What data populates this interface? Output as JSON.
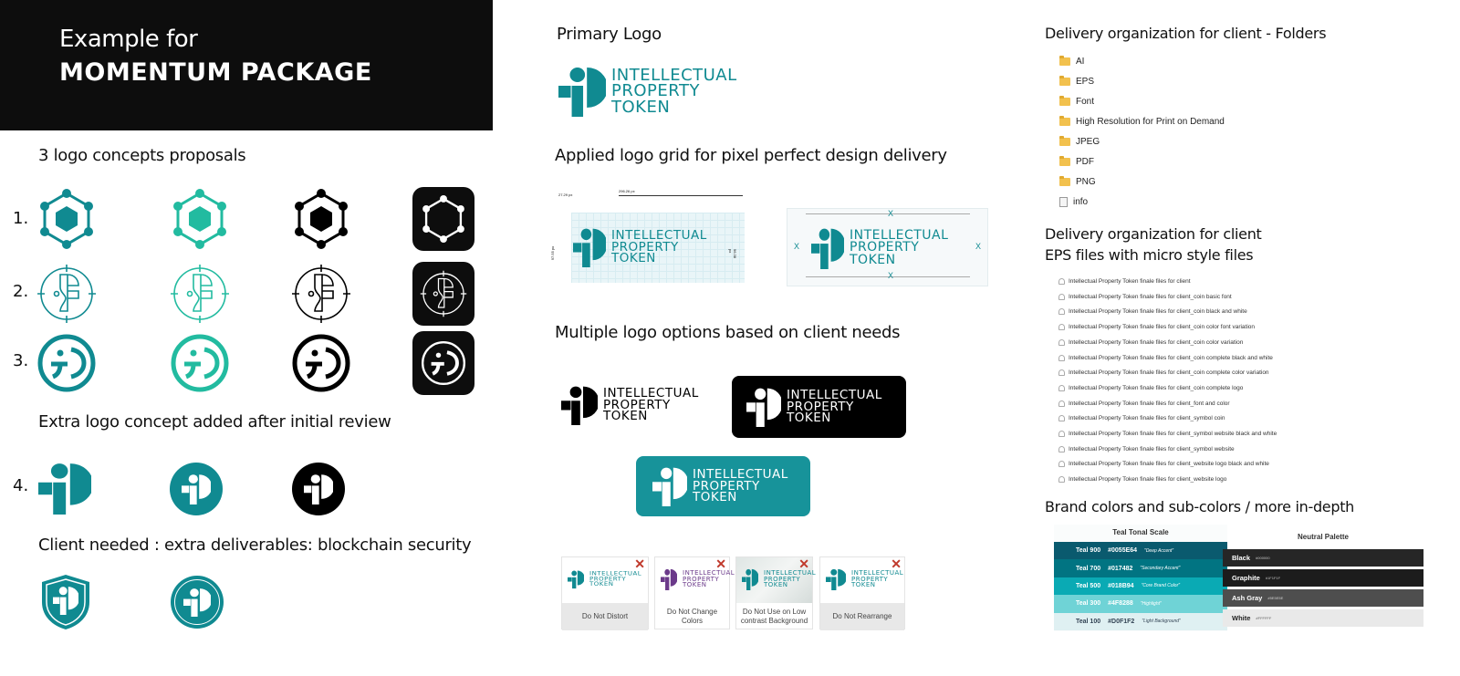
{
  "header": {
    "line1": "Example for",
    "line2": "MOMENTUM PACKAGE"
  },
  "colors": {
    "teal": "#108A91",
    "mint": "#22BBA0",
    "black": "#000000",
    "dark": "#0d0d0d"
  },
  "left": {
    "concepts_title": "3 logo concepts proposals",
    "rows": [
      {
        "num": "1.",
        "type": "hexagon-network"
      },
      {
        "num": "2.",
        "type": "crosshair-monogram"
      },
      {
        "num": "3.",
        "type": "circle-monogram"
      }
    ],
    "extra_title": "Extra logo concept added after initial review",
    "extra_num": "4.",
    "client_title": "Client needed : extra deliverables: blockchain security"
  },
  "logo_text": {
    "l1": "INTELLECTUAL",
    "l2": "PROPERTY",
    "l3": "TOKEN"
  },
  "middle": {
    "primary_title": "Primary Logo",
    "grid_title": "Applied logo grid for pixel perfect design delivery",
    "grid_dims": {
      "width": "296.26 px",
      "mark": "27.29 px",
      "height_left": "97.55 px",
      "height_right": "96.38 px",
      "clear": "X"
    },
    "options_title": "Multiple logo options based on client needs",
    "donts": [
      {
        "label": "Do Not Distort"
      },
      {
        "label": "Do Not Change Colors"
      },
      {
        "label": "Do Not Use on Low contrast Background"
      },
      {
        "label": "Do Not Rearrange"
      }
    ],
    "dont_mark": "✕"
  },
  "right": {
    "folders_title": "Delivery organization for client - Folders",
    "folders": [
      "AI",
      "EPS",
      "Font",
      "High Resolution for Print on Demand",
      "JPEG",
      "PDF",
      "PNG",
      "info"
    ],
    "eps_title1": "Delivery organization for client",
    "eps_title2": "EPS files with micro style files",
    "eps_files": [
      "Intellectual Property Token finale files for client",
      "Intellectual Property Token finale files for client_coin basic font",
      "Intellectual Property Token finale files for client_coin black and white",
      "Intellectual Property Token finale files for client_coin color font variation",
      "Intellectual Property Token finale files for client_coin color variation",
      "Intellectual Property Token finale files for client_coin complete black and white",
      "Intellectual Property Token finale files for client_coin complete color variation",
      "Intellectual Property Token finale files for client_coin complete logo",
      "Intellectual Property Token finale files for client_font and color",
      "Intellectual Property Token finale files for client_symbol coin",
      "Intellectual Property Token finale files for client_symbol website black and white",
      "Intellectual Property Token finale files for client_symbol website",
      "Intellectual Property Token finale files for client_website logo black and white",
      "Intellectual Property Token finale files for client_website logo"
    ],
    "brand_title": "Brand colors and sub-colors / more in-depth",
    "teal_scale": {
      "title": "Teal Tonal Scale",
      "rows": [
        {
          "name": "Teal 900",
          "hex": "#0055E64",
          "note": "\"Deep Accent\"",
          "color": "#0a5a6e"
        },
        {
          "name": "Teal 700",
          "hex": "#017482",
          "note": "\"Secondary Accent\"",
          "color": "#017482"
        },
        {
          "name": "Teal 500",
          "hex": "#018B94",
          "note": "\"Core Brand Color\"",
          "color": "#0aaab4"
        },
        {
          "name": "Teal 300",
          "hex": "#4F8288",
          "note": "\"Highlight\"",
          "color": "#6fd3d6"
        },
        {
          "name": "Teal 100",
          "hex": "#D0F1F2",
          "note": "\"Light Background\"",
          "color": "#dff0f2"
        }
      ]
    },
    "neutral": {
      "title": "Neutral Palette",
      "rows": [
        {
          "name": "Black",
          "hex": "#000000",
          "color": "#262626"
        },
        {
          "name": "Graphite",
          "hex": "#1F1F1F",
          "color": "#1c1c1c"
        },
        {
          "name": "Ash Gray",
          "hex": "#5E5E5E",
          "color": "#4e4e4e"
        },
        {
          "name": "White",
          "hex": "#FFFFFF",
          "color": "#e9e9e9"
        }
      ]
    }
  }
}
